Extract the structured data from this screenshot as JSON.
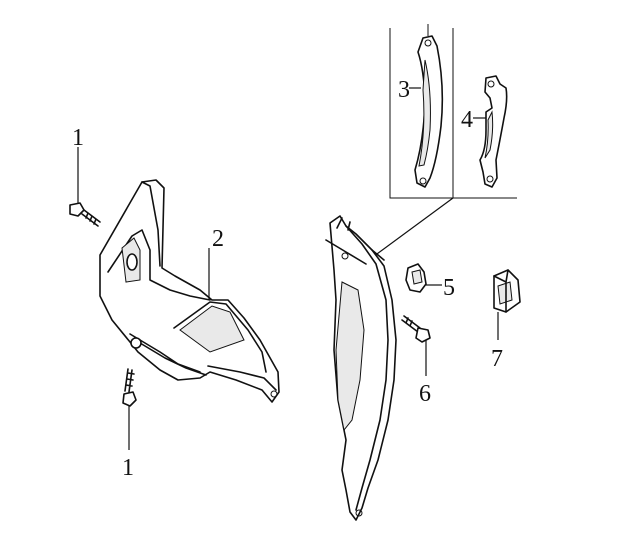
{
  "figure": {
    "labels": [
      {
        "id": "callout-1-top",
        "text": "1"
      },
      {
        "id": "callout-1-bottom",
        "text": "1"
      },
      {
        "id": "callout-2",
        "text": "2"
      },
      {
        "id": "callout-3",
        "text": "3"
      },
      {
        "id": "callout-4",
        "text": "4"
      },
      {
        "id": "callout-5",
        "text": "5"
      },
      {
        "id": "callout-6",
        "text": "6"
      },
      {
        "id": "callout-7",
        "text": "7"
      }
    ]
  },
  "colors": {
    "line": "#111111",
    "background": "#ffffff"
  }
}
